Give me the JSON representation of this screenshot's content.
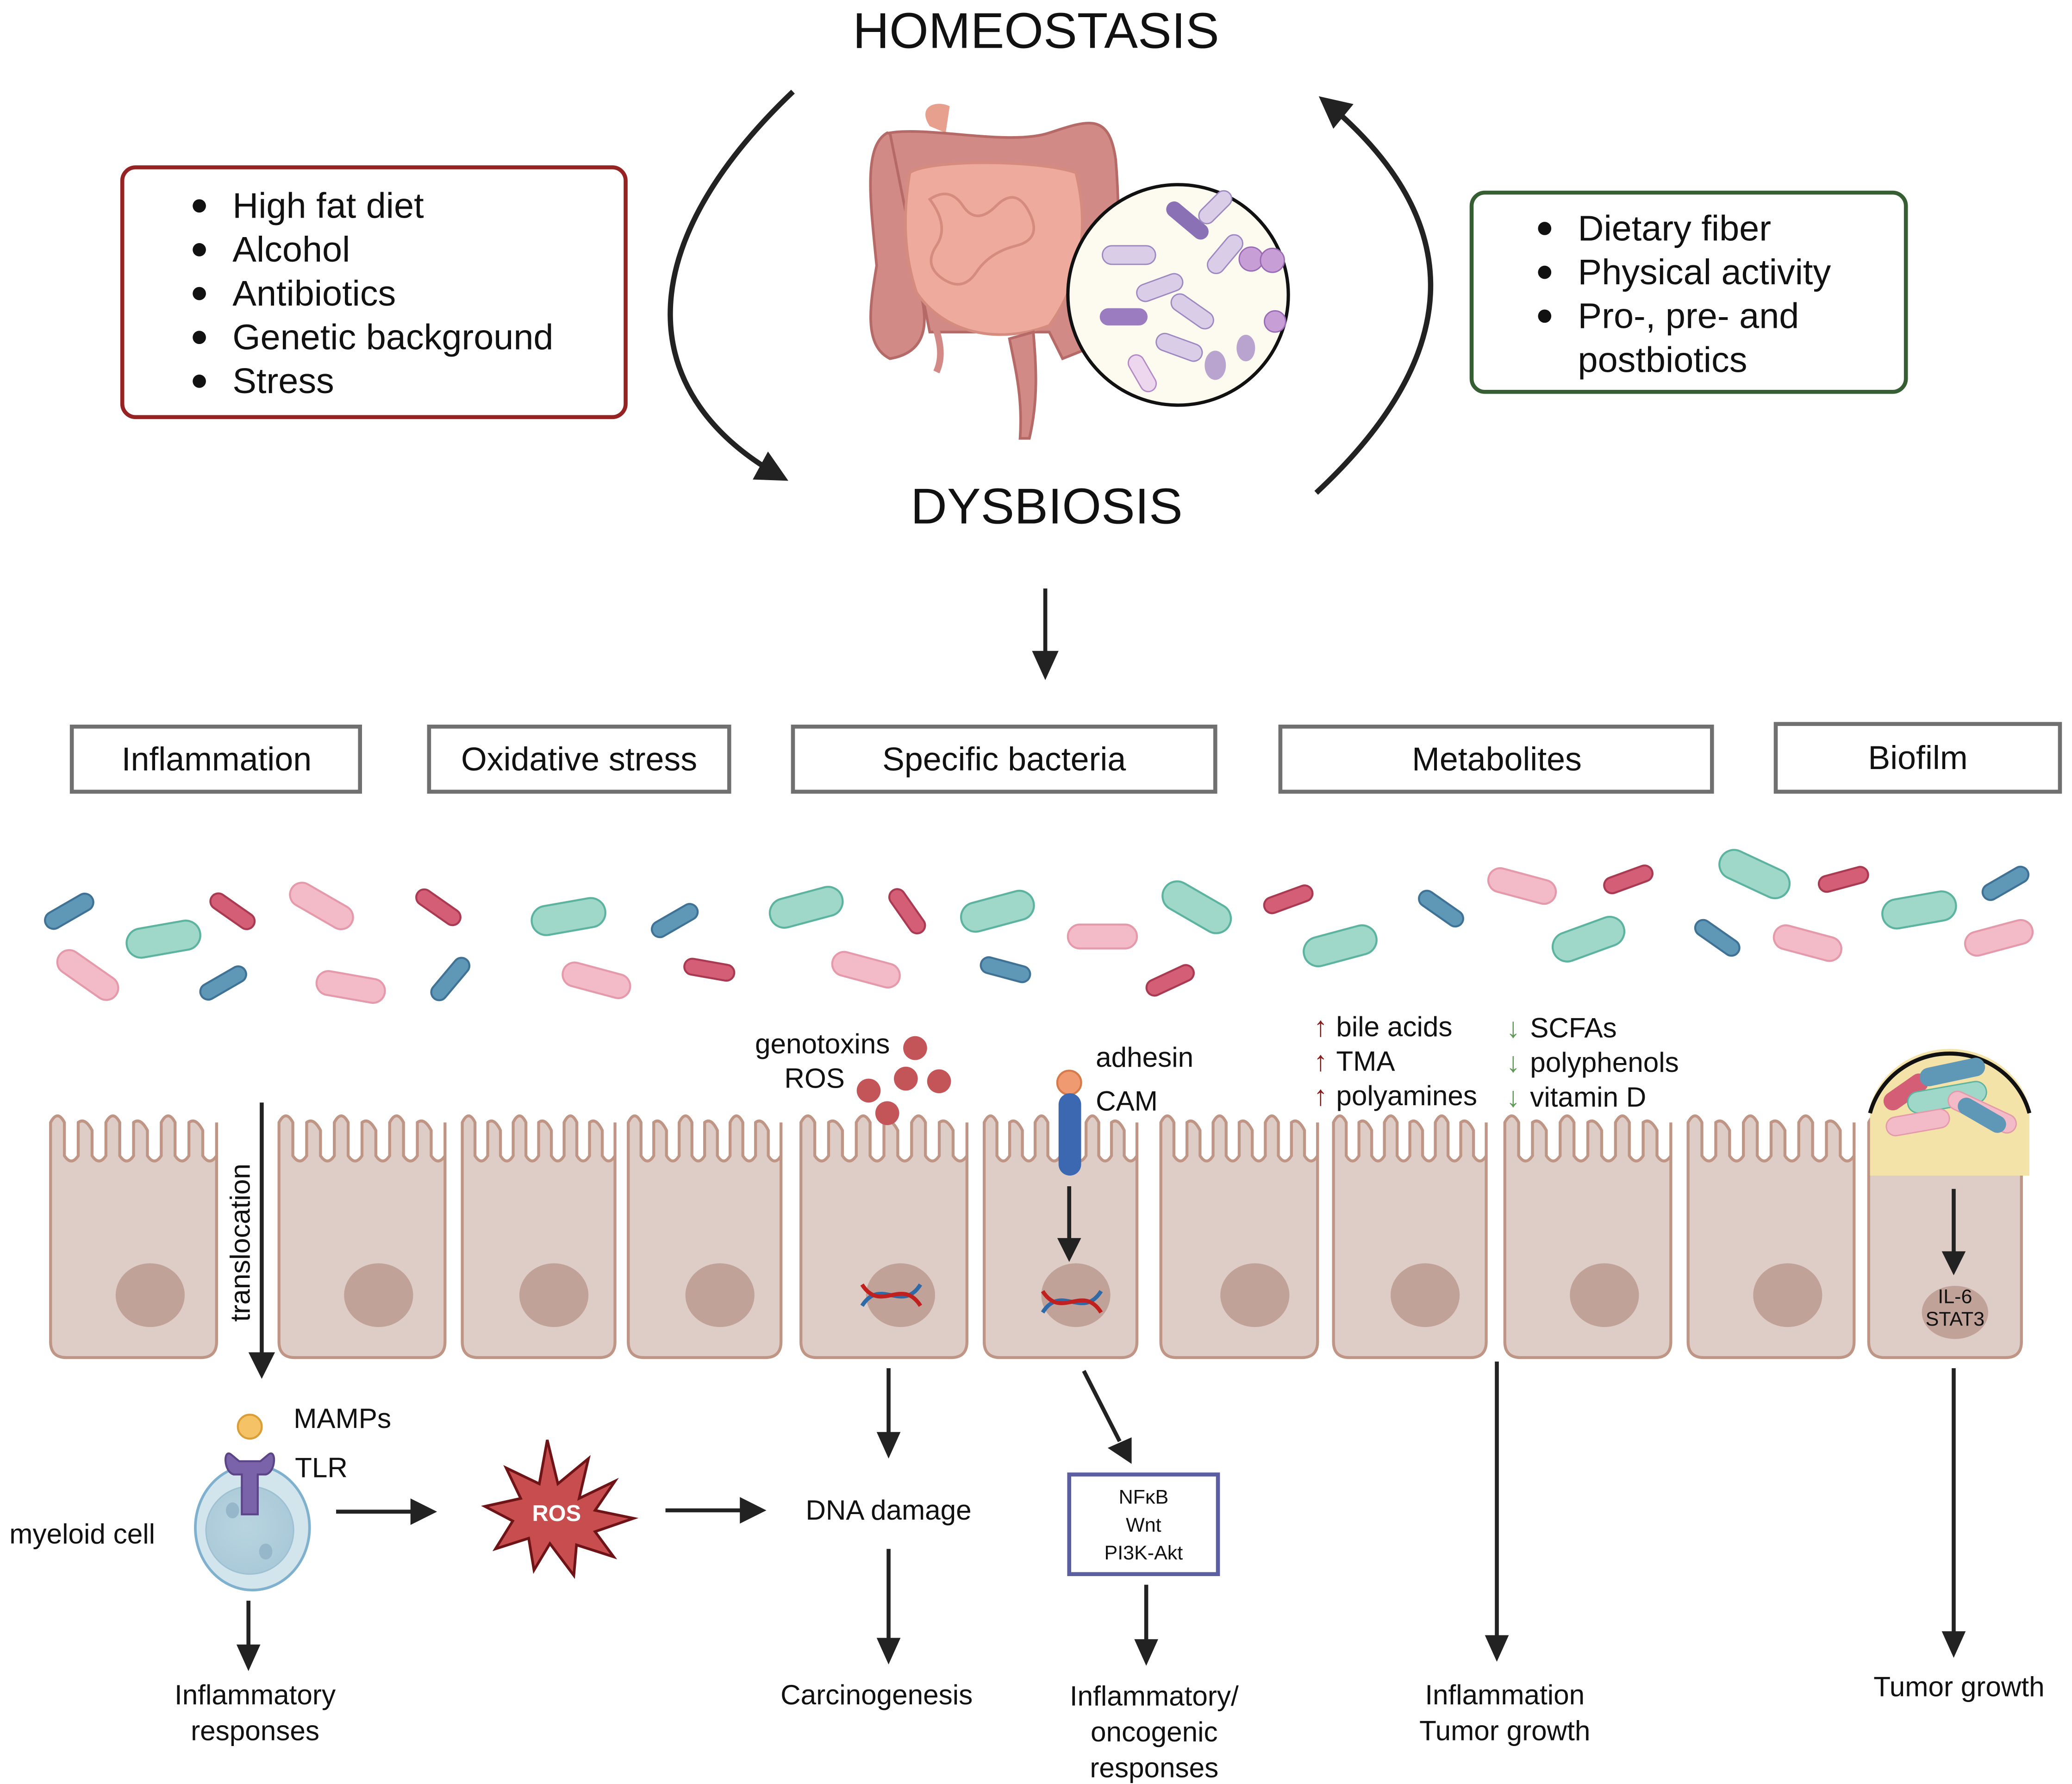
{
  "title_top": "HOMEOSTASIS",
  "title_bottom": "DYSBIOSIS",
  "risk_factors": {
    "border_color": "#962323",
    "items": [
      "High fat diet",
      "Alcohol",
      "Antibiotics",
      "Genetic background",
      "Stress"
    ]
  },
  "protective_factors": {
    "border_color": "#355e33",
    "items": [
      "Dietary fiber",
      "Physical activity",
      "Pro-, pre- and",
      "postbiotics"
    ]
  },
  "categories": [
    "Inflammation",
    "Oxidative stress",
    "Specific bacteria",
    "Metabolites",
    "Biofilm"
  ],
  "mechanisms": {
    "translocation": "translocation",
    "genotoxins": "genotoxins",
    "ros_label": "ROS",
    "adhesin": "adhesin",
    "cam": "CAM",
    "metabolites_up": [
      "bile acids",
      "TMA",
      "polyamines"
    ],
    "metabolites_down": [
      "SCFAs",
      "polyphenols",
      "vitamin D"
    ],
    "up_arrow_color": "#8b1a1a",
    "down_arrow_color": "#5c9a55",
    "biofilm_signal": [
      "IL-6",
      "STAT3"
    ]
  },
  "immune": {
    "mamps": "MAMPs",
    "tlr": "TLR",
    "myeloid_cell": "myeloid cell",
    "ros_burst": "ROS"
  },
  "outcomes": {
    "dna_damage": "DNA damage",
    "pathways": [
      "NFκB",
      "Wnt",
      "PI3K-Akt"
    ],
    "pathway_box_color": "#5b5ea0",
    "inflammatory_responses": [
      "Inflammatory",
      "responses"
    ],
    "carcinogenesis": "Carcinogenesis",
    "inflam_onco": [
      "Inflammatory/",
      "oncogenic",
      "responses"
    ],
    "metab_outcome": [
      "Inflammation",
      "Tumor growth"
    ],
    "biofilm_outcome": "Tumor growth"
  }
}
